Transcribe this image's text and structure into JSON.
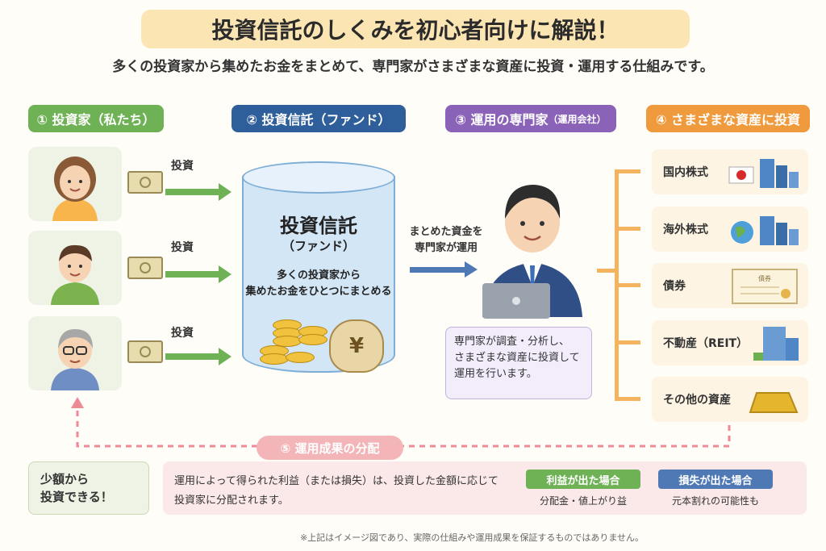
{
  "title": "投資信託のしくみを初心者向けに解説！",
  "subtitle": "多くの投資家から集めたお金をまとめて、専門家がさまざまな資産に投資・運用する仕組みです。",
  "columns": {
    "c1": "① 投資家（私たち）",
    "c2": "② 投資信託（ファンド）",
    "c3_main": "③ 運用の専門家",
    "c3_sub": "（運用会社）",
    "c4": "④ さまざまな資産に投資"
  },
  "investors": [
    {
      "arrow_label": "投資"
    },
    {
      "arrow_label": "投資"
    },
    {
      "arrow_label": "投資"
    }
  ],
  "fund": {
    "title": "投資信託",
    "subtitle": "（ファンド）",
    "desc1": "多くの投資家から",
    "desc2": "集めたお金をひとつにまとめる",
    "yen": "¥"
  },
  "to_expert": {
    "line1": "まとめた資金を",
    "line2": "専門家が運用"
  },
  "expert_box": {
    "line1": "専門家が調査・分析し、",
    "line2": "さまざまな資産に投資して",
    "line3": "運用を行います。"
  },
  "assets": [
    "国内株式",
    "海外株式",
    "債券",
    "不動産（REIT）",
    "その他の資産"
  ],
  "distribution": {
    "pill": "⑤ 運用成果の分配",
    "left_line1": "少額から",
    "left_line2": "投資できる！",
    "text_line1": "運用によって得られた利益（または損失）は、投資した金額に応じて",
    "text_line2": "投資家に分配されます。",
    "profit_tag": "利益が出た場合",
    "profit_text": "分配金・値上がり益",
    "loss_tag": "損失が出た場合",
    "loss_text": "元本割れの可能性も"
  },
  "certificate_text": "債券",
  "footnote": "※上記はイメージ図であり、実際の仕組みや運用成果を保証するものではありません。",
  "colors": {
    "green": "#6fb255",
    "blue": "#2f5f9a",
    "purple": "#8a63b8",
    "orange": "#ef9a3c",
    "pink": "#f3b5b8"
  }
}
